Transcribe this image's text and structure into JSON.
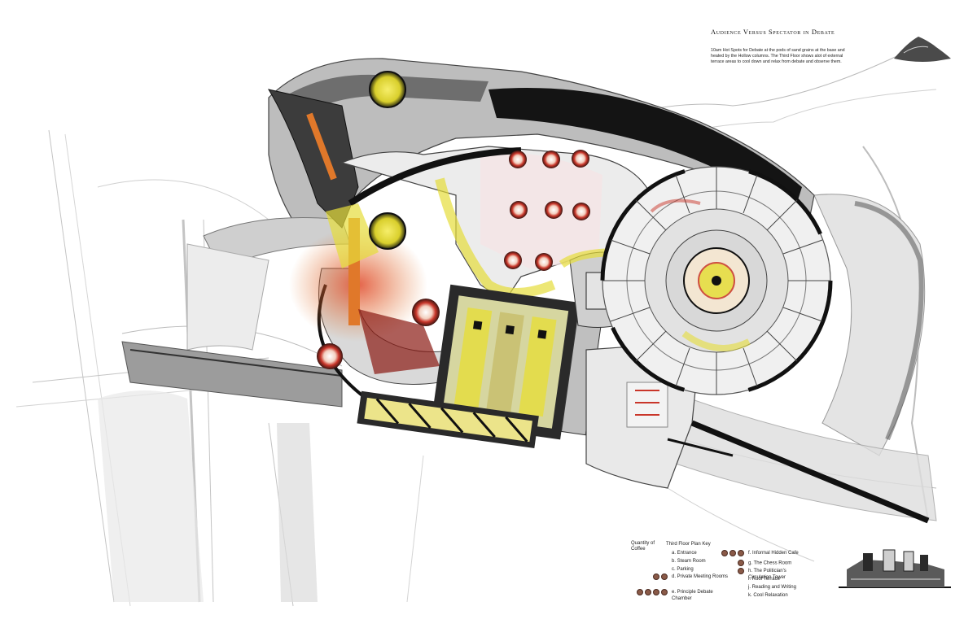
{
  "title": "Audience Versus Spectator in Debate",
  "description": "10am Hot Spots for Debate at the pods of sand grains at the base and heated by the Hollow columns. The Third Floor shows alot of external terrace areas to cool down and relax from debate and observe them.",
  "legend": {
    "quantity_label": "Quantity of Coffee",
    "key_title": "Third Floor Plan Key",
    "items": [
      {
        "letter": "a.",
        "label": "Entrance",
        "cups": 0
      },
      {
        "letter": "b.",
        "label": "Steam Room",
        "cups": 0
      },
      {
        "letter": "c.",
        "label": "Parking",
        "cups": 0
      },
      {
        "letter": "d.",
        "label": "Private Meeting Rooms",
        "cups": 2
      },
      {
        "letter": "e.",
        "label": "Principle Debate Chamber",
        "cups": 4
      },
      {
        "letter": "f.",
        "label": "Informal Hidden Cafe",
        "cups": 3
      },
      {
        "letter": "g.",
        "label": "The Chess Room",
        "cups": 1
      },
      {
        "letter": "h.",
        "label": "The Politician's Circulation Tower",
        "cups": 1
      },
      {
        "letter": "i.",
        "label": "Roof Terrace",
        "cups": 0
      },
      {
        "letter": "j.",
        "label": "Reading and Writing",
        "cups": 0
      },
      {
        "letter": "k.",
        "label": "Cool Relaxation",
        "cups": 0
      }
    ]
  },
  "colors": {
    "ink": "#1a1a1a",
    "graphite": "#8a8a8a",
    "yellow": "#e6dd3a",
    "red": "#c9362a",
    "pink": "#e8a3b0",
    "orange": "#e0782a"
  }
}
